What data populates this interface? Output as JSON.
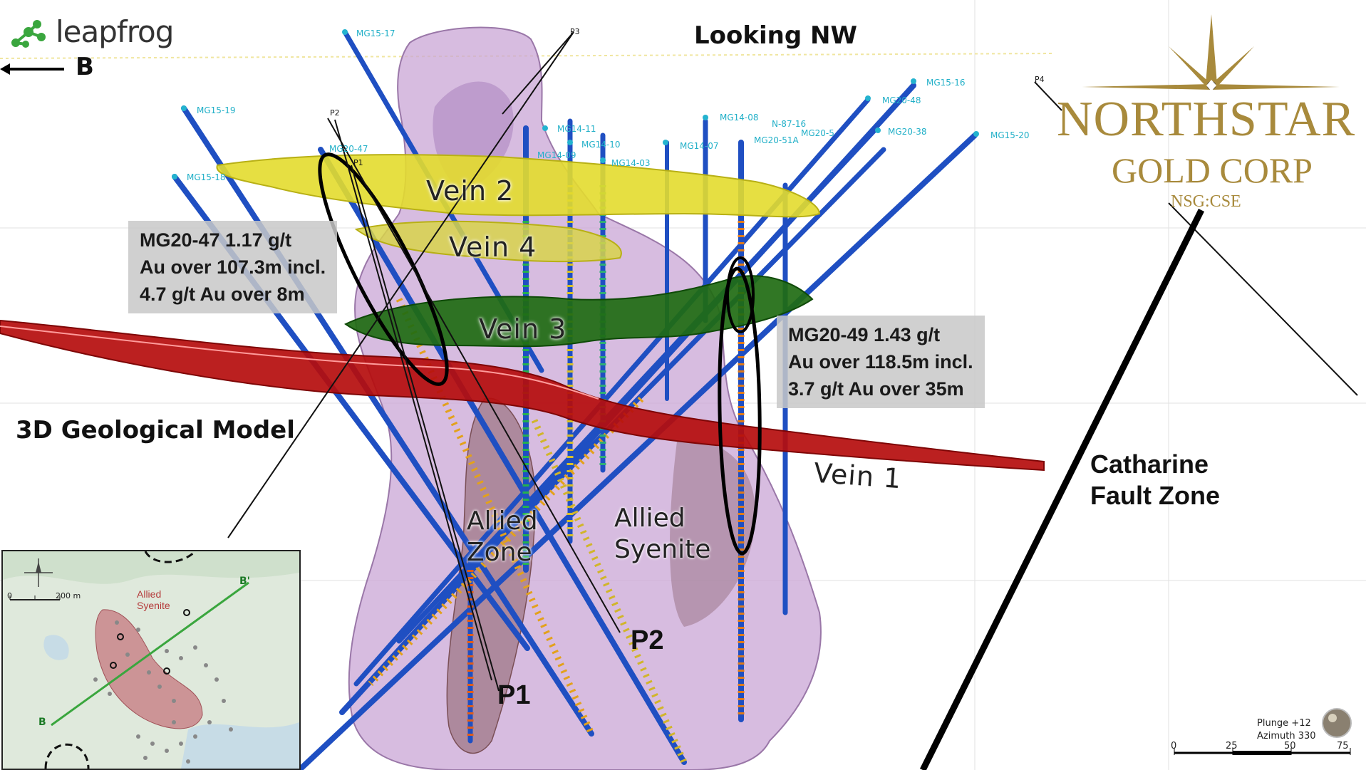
{
  "header": {
    "logo_text": "leapfrog",
    "direction_label": "B",
    "view_title": "Looking NW"
  },
  "company": {
    "name_line1": "NORTHSTAR",
    "name_line2": "GOLD CORP",
    "ticker": "NSG:CSE"
  },
  "model_label": "3D Geological Model",
  "veins": [
    {
      "label": "Vein 2",
      "color": "#e3dc2e"
    },
    {
      "label": "Vein 4",
      "color": "#d8d44a"
    },
    {
      "label": "Vein 3",
      "color": "#1f6b12"
    },
    {
      "label": "Vein 1",
      "color": "#b50d0d"
    }
  ],
  "zones": {
    "allied_zone": "Allied Zone",
    "allied_syenite": "Allied Syenite",
    "syenite_color": "#c9a6d6"
  },
  "callouts": [
    {
      "lines": [
        "MG20-47 1.17 g/t",
        "Au over 107.3m incl.",
        "4.7 g/t Au over 8m"
      ]
    },
    {
      "lines": [
        "MG20-49 1.43 g/t",
        "Au over 118.5m incl.",
        "3.7 g/t Au over 35m"
      ]
    }
  ],
  "section_labels": {
    "p1": "P1",
    "p2": "P2"
  },
  "section_tags": [
    "P1",
    "P2",
    "P3",
    "P4"
  ],
  "fault": {
    "label": "Catharine Fault Zone"
  },
  "drill_holes": [
    "MG15-17",
    "MG15-19",
    "MG15-18",
    "MG20-47",
    "MG14-11",
    "MG14-09",
    "MG14-10",
    "MG14-03",
    "MG14-07",
    "MG14-08",
    "N-87-16",
    "MG20-51A",
    "MG20-5",
    "MG20-48",
    "MG15-16",
    "MG20-38",
    "MG15-20"
  ],
  "orientation": {
    "plunge": "Plunge +12",
    "azimuth": "Azimuth 330"
  },
  "scale_bar": {
    "ticks": [
      "0",
      "25",
      "50",
      "75"
    ]
  },
  "inset_map": {
    "scale_zero": "0",
    "scale_label": "200 m",
    "syenite_label": "Allied Syenite",
    "section_start": "B",
    "section_end": "B'"
  }
}
